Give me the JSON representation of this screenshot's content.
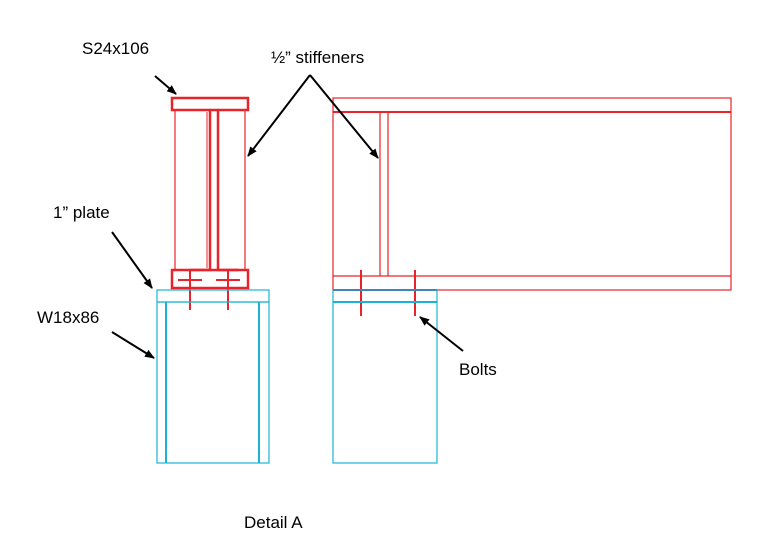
{
  "labels": {
    "beam_s24": "S24x106",
    "stiffeners": "½” stiffeners",
    "plate": "1” plate",
    "column_w18": "W18x86",
    "bolts": "Bolts",
    "caption": "Detail A"
  },
  "colors": {
    "s_beam": "#e8232a",
    "w_column": "#1ab3d4",
    "plate_edge": "#7b3f8f",
    "arrow": "#000000",
    "background": "#ffffff"
  }
}
